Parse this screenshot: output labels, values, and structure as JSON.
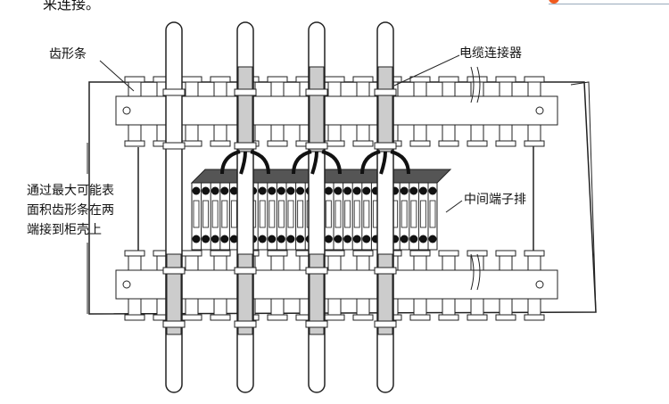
{
  "top_text": "来连接。",
  "labels": {
    "comb_bar": "齿形条",
    "cable_connector": "电缆连接器",
    "terminal_block": "中间端子排",
    "note_line1": "通过最大可能表",
    "note_line2": "面积齿形条在两",
    "note_line3": "端接到柜壳上"
  }
}
